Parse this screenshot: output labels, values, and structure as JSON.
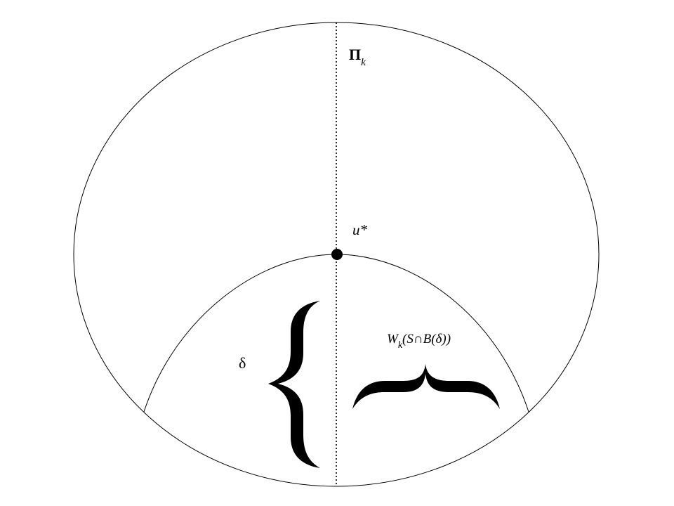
{
  "diagram": {
    "plane_label": {
      "main": "Π",
      "sub": "k"
    },
    "point_label": "u*",
    "delta_label": "δ",
    "set_label": {
      "main": "W",
      "sub": "k",
      "rest": "(S∩B(δ))"
    },
    "colors": {
      "stroke": "#000000",
      "background": "#ffffff"
    }
  }
}
